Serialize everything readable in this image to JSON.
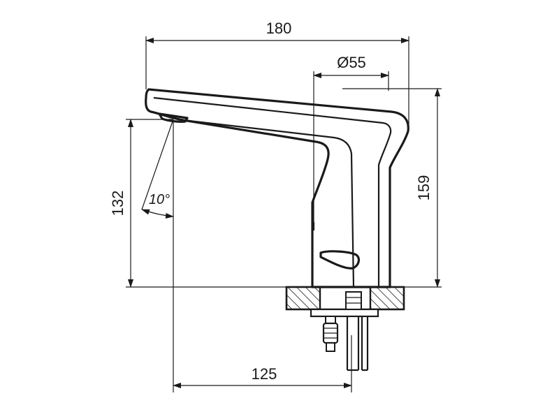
{
  "dimensions": {
    "overall_length": "180",
    "body_diameter": "Ø55",
    "spout_height": "132",
    "total_height": "159",
    "spout_reach": "125",
    "spout_angle": "10°"
  },
  "colors": {
    "line": "#1a1a1a",
    "background": "#ffffff"
  }
}
